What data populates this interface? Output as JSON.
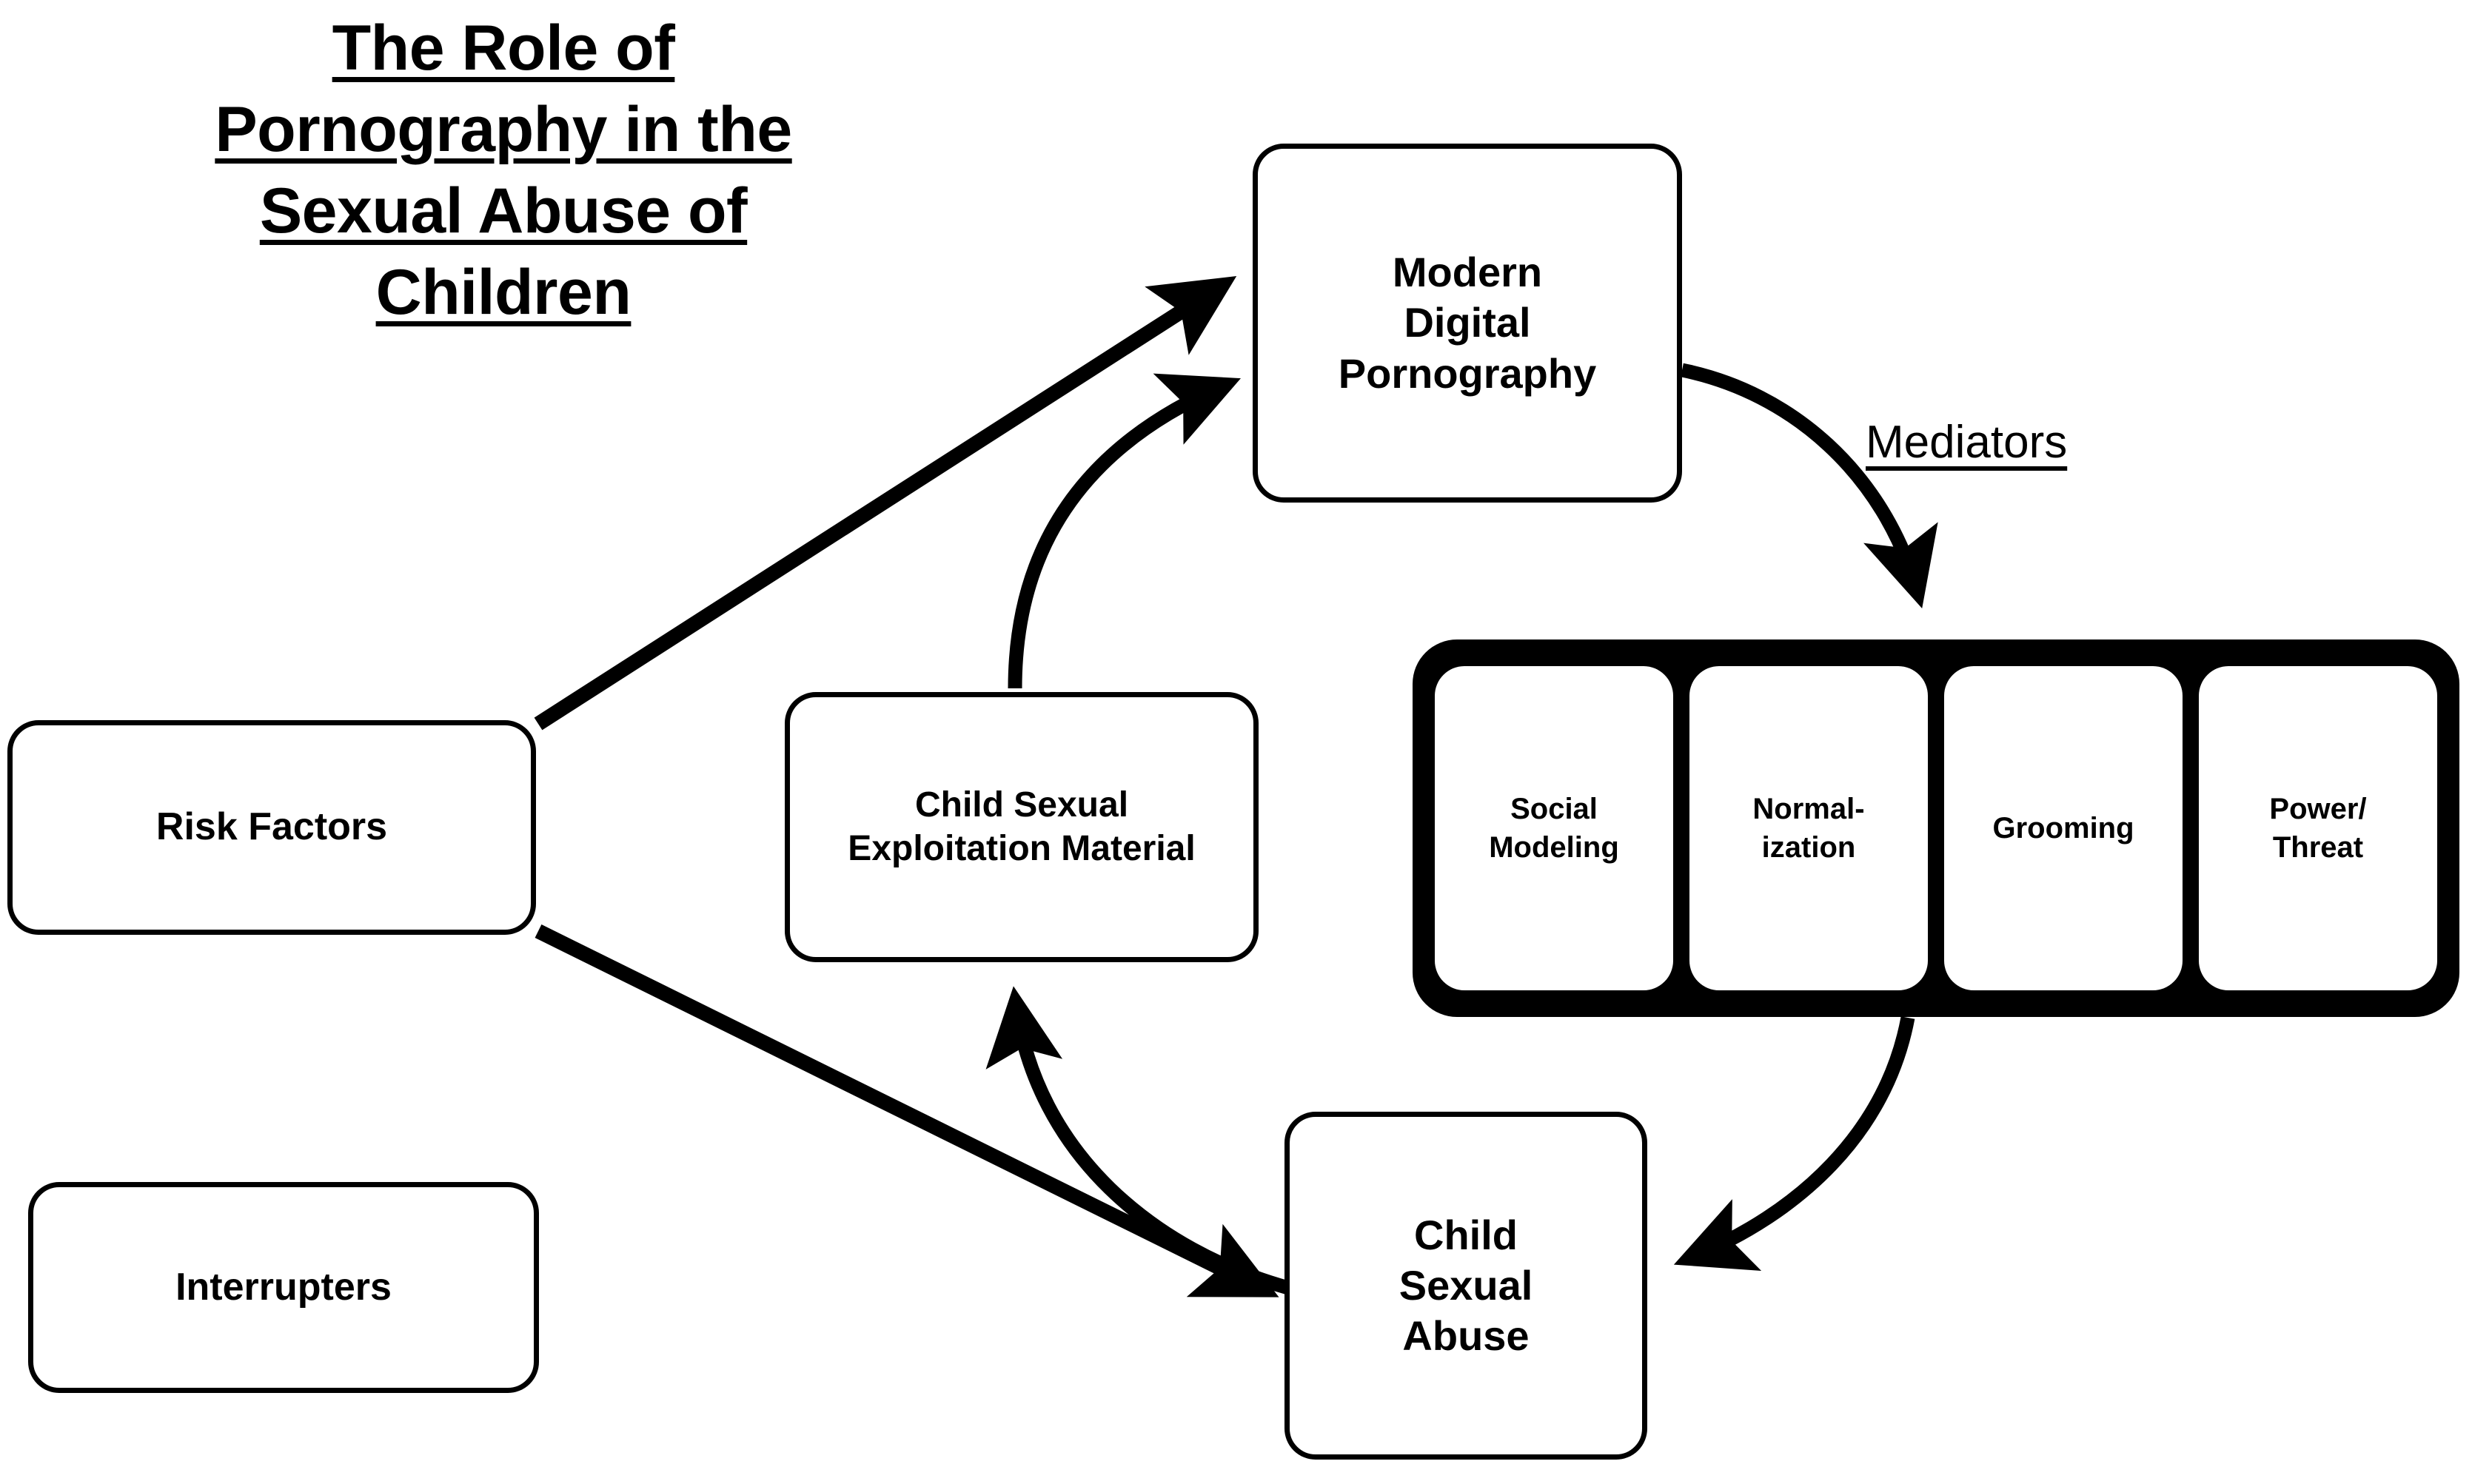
{
  "title": {
    "line1": "The Role of",
    "line2": "Pornography in the",
    "line3": "Sexual Abuse of",
    "line4": "Children"
  },
  "nodes": {
    "risk_factors": "Risk Factors",
    "interrupters": "Interrupters",
    "csem_line1": "Child Sexual",
    "csem_line2": "Exploitation Material",
    "mdp_line1": "Modern",
    "mdp_line2": "Digital",
    "mdp_line3": "Pornography",
    "csa_line1": "Child",
    "csa_line2": "Sexual",
    "csa_line3": "Abuse"
  },
  "mediators": {
    "label": "Mediators",
    "items": [
      {
        "line1": "Social",
        "line2": "Modeling"
      },
      {
        "line1": "Normal-",
        "line2": "ization"
      },
      {
        "line1": "Grooming",
        "line2": ""
      },
      {
        "line1": "Power/",
        "line2": "Threat"
      }
    ]
  },
  "colors": {
    "ink": "#000000",
    "paper": "#ffffff"
  }
}
